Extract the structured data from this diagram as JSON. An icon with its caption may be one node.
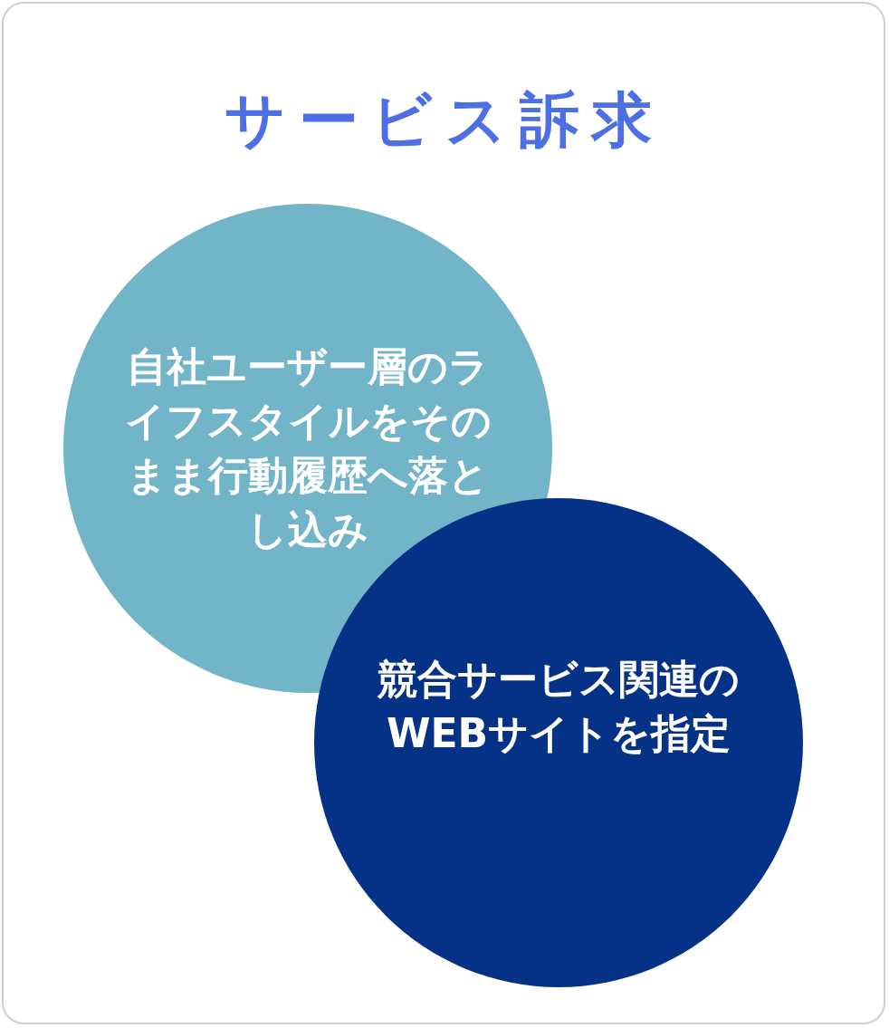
{
  "diagram": {
    "title": "サービス訴求",
    "nodes": [
      {
        "text": [
          "自社ユーザー層のライフスタイルをそのまま行動履歴へ落とし込み"
        ]
      },
      {
        "text": [
          "競合サービス関連のWEBサイトを指定"
        ]
      }
    ]
  }
}
